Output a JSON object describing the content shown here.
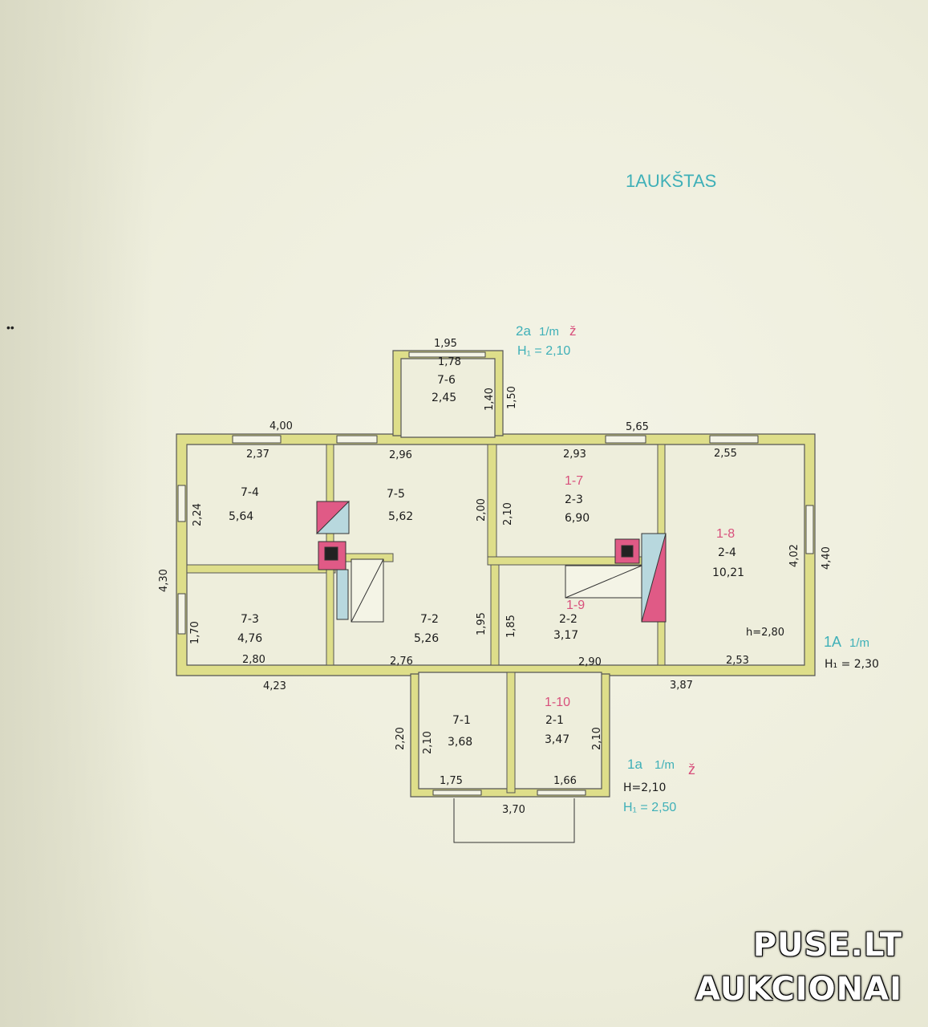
{
  "site_label": "1AUKŠTAS",
  "marks": {
    "attic_code": "2a",
    "attic_fraction": "1/m",
    "attic_letter": "ž",
    "attic_height": "H₁ = 2,10",
    "main_code": "1A",
    "main_fraction": "1/m",
    "main_height": "H₁ = 2,30",
    "porch_code": "1a",
    "porch_fraction": "1/m",
    "porch_letter": "ž",
    "porch_h": "H=2,10",
    "porch_h1": "H₁ = 2,50",
    "room_height": "h=2,80"
  },
  "rooms": [
    {
      "id": "7-6",
      "area": "2,45"
    },
    {
      "id": "7-4",
      "area": "5,64"
    },
    {
      "id": "7-5",
      "area": "5,62"
    },
    {
      "id": "7-3",
      "area": "4,76"
    },
    {
      "id": "7-2",
      "area": "5,26"
    },
    {
      "id": "7-1",
      "area": "3,68"
    },
    {
      "id": "1-7",
      "old_id": "2-3",
      "area": "6,90"
    },
    {
      "id": "1-8",
      "old_id": "2-4",
      "area": "10,21"
    },
    {
      "id": "1-9",
      "old_id": "2-2",
      "area": "3,17"
    },
    {
      "id": "1-10",
      "old_id": "2-1",
      "area": "3,47"
    }
  ],
  "dimensions": {
    "d195": "1,95",
    "d178": "1,78",
    "d140": "1,40",
    "d150": "1,50",
    "d400": "4,00",
    "d565": "5,65",
    "d237": "2,37",
    "d296": "2,96",
    "d293": "2,93",
    "d255": "2,55",
    "d224": "2,24",
    "d430": "4,30",
    "d200": "2,00",
    "d210a": "2,10",
    "d402": "4,02",
    "d440": "4,40",
    "d170": "1,70",
    "d195b": "1,95",
    "d185": "1,85",
    "d280": "2,80",
    "d276": "2,76",
    "d290": "2,90",
    "d253": "2,53",
    "d423": "4,23",
    "d387": "3,87",
    "d220": "2,20",
    "d210b": "2,10",
    "d210c": "2,10",
    "d175": "1,75",
    "d166": "1,66",
    "d370": "3,70"
  },
  "watermark": {
    "line1": "PUSE.LT",
    "line2": "AUKCIONAI"
  },
  "colors": {
    "wall": "#dede8a",
    "stove_pink": "#e05a86",
    "stove_blue": "#b8d8de",
    "teal_ink": "#3fb0b8",
    "pink_ink": "#d8507c"
  }
}
